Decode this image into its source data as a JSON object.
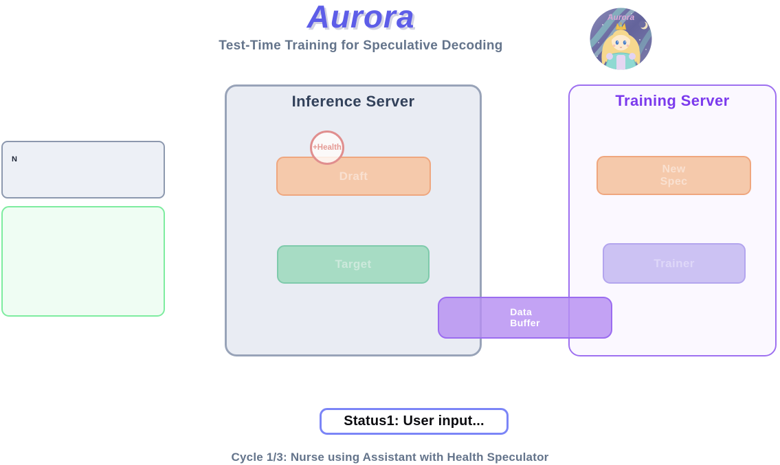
{
  "header": {
    "title": "Aurora",
    "subtitle": "Test-Time Training for Speculative Decoding",
    "avatar_text": "Aurora"
  },
  "left_panel": {
    "note_text": "N"
  },
  "inference_server": {
    "title": "Inference Server",
    "draft_label": "Draft",
    "health_badge_label": "+Health",
    "target_label": "Target"
  },
  "training_server": {
    "title": "Training Server",
    "new_spec_label": "New\nSpec",
    "trainer_label": "Trainer"
  },
  "data_buffer_label": "Data\nBuffer",
  "status": {
    "label": "Status1: User input..."
  },
  "caption": "Cycle 1/3: Nurse using Assistant with Health Speculator",
  "colors": {
    "title-accent": "#5d5de8",
    "subtitle-gray": "#64748b",
    "inference-fill": "#e9ecf3",
    "inference-border": "#98a3b8",
    "inference-title": "#32415a",
    "training-fill": "#fbf8ff",
    "training-border": "#9d6ff0",
    "training-title": "#7b3aed",
    "peach-fill": "#f5c9ab",
    "peach-border": "#efa67e",
    "peach-text": "#f9e0d0",
    "teal-fill": "#a7dcc4",
    "teal-border": "#7ecaab",
    "teal-text": "#cde9dc",
    "lavender-fill": "#ccc2f3",
    "lavender-border": "#b3a5ee",
    "lavender-text": "#ded7f8",
    "buffer-border": "#9b6cf0",
    "health-border": "#e08e8e",
    "health-text": "#e59a94",
    "gray-box-fill": "#edf0f6",
    "gray-box-border": "#8c98ae",
    "green-box-fill": "#effdf3",
    "green-box-border": "#7dec9f",
    "status-border": "#7b85f7"
  }
}
